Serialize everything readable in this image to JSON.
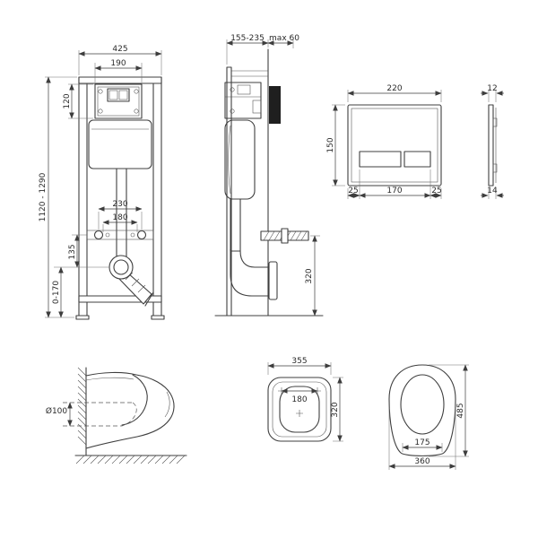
{
  "drawing": {
    "frame_front": {
      "width_top": "425",
      "service_opening": "190",
      "panel_height": "120",
      "frame_height": "1120 - 1290",
      "bolt_spacing_outer": "230",
      "bolt_spacing_inner": "180",
      "outlet_offset": "135",
      "floor_adjust": "0-170"
    },
    "frame_side": {
      "depth_range": "155-235",
      "wall_max": "max 60",
      "stud_height": "320"
    },
    "flush_plate": {
      "width": "220",
      "height": "150",
      "button_span": "170",
      "margin_left": "25",
      "margin_right": "25",
      "thickness": "12",
      "depth": "14"
    },
    "bowl_side": {
      "outlet_diameter": "Ø100"
    },
    "bowl_top": {
      "width": "355",
      "hole_spacing": "180",
      "depth": "320"
    },
    "bowl_plan": {
      "length": "485",
      "inner_width": "175",
      "width": "360"
    }
  }
}
